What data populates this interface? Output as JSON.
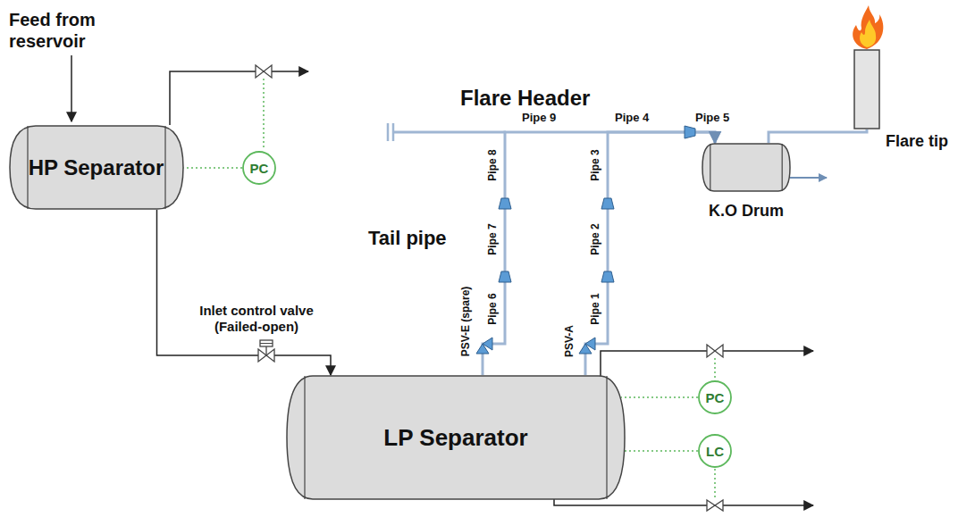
{
  "diagram": {
    "nodes": [
      {
        "text": [
          "HP Separator"
        ]
      },
      {
        "text": [
          "PC"
        ]
      },
      {
        "text": [
          "LP Separator"
        ]
      },
      {
        "text": [
          "PC"
        ]
      },
      {
        "text": [
          "LC"
        ]
      },
      {
        "text": [
          "K.O Drum"
        ]
      },
      {
        "text": [
          "Flare tip"
        ]
      }
    ],
    "edges": [
      {
        "from": 0,
        "to": 2,
        "arrow": "to"
      },
      {
        "from": 1,
        "to": 0,
        "arrow": "none"
      },
      {
        "from": 3,
        "to": 2,
        "arrow": "none"
      },
      {
        "from": 4,
        "to": 2,
        "arrow": "none"
      },
      {
        "from": 2,
        "to": 5,
        "arrow": "to"
      },
      {
        "from": 2,
        "to": 5,
        "arrow": "to"
      },
      {
        "from": 5,
        "to": 6,
        "arrow": "none"
      }
    ],
    "labels": [
      "Feed from reservoir",
      "Flare Header",
      "Pipe 9",
      "Pipe 4",
      "Pipe 5",
      "Pipe 8",
      "Pipe 3",
      "Pipe 7",
      "Pipe 2",
      "Tail pipe",
      "Pipe 6",
      "Pipe 1",
      "PSV-E (spare)",
      "PSV-A",
      "Inlet control valve (Failed-open)"
    ]
  }
}
